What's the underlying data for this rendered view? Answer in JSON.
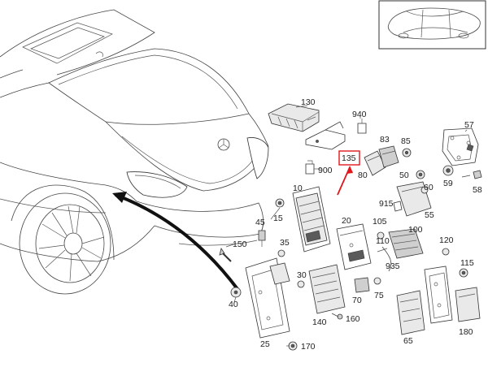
{
  "highlight_color": "#e0161b",
  "callouts": [
    {
      "id": "c130",
      "text": "130"
    },
    {
      "id": "c940",
      "text": "940"
    },
    {
      "id": "c57",
      "text": "57"
    },
    {
      "id": "c83",
      "text": "83"
    },
    {
      "id": "c85",
      "text": "85"
    },
    {
      "id": "c135",
      "text": "135"
    },
    {
      "id": "c900",
      "text": "900"
    },
    {
      "id": "c80",
      "text": "80"
    },
    {
      "id": "c50",
      "text": "50"
    },
    {
      "id": "c59",
      "text": "59"
    },
    {
      "id": "c58",
      "text": "58"
    },
    {
      "id": "c60",
      "text": "60"
    },
    {
      "id": "c10",
      "text": "10"
    },
    {
      "id": "c915",
      "text": "915"
    },
    {
      "id": "c55",
      "text": "55"
    },
    {
      "id": "c15",
      "text": "15"
    },
    {
      "id": "c45",
      "text": "45"
    },
    {
      "id": "c20",
      "text": "20"
    },
    {
      "id": "c105",
      "text": "105"
    },
    {
      "id": "c100",
      "text": "100"
    },
    {
      "id": "c150",
      "text": "150"
    },
    {
      "id": "c35",
      "text": "35"
    },
    {
      "id": "c110",
      "text": "110"
    },
    {
      "id": "c120",
      "text": "120"
    },
    {
      "id": "c935",
      "text": "935"
    },
    {
      "id": "c115",
      "text": "115"
    },
    {
      "id": "c30",
      "text": "30"
    },
    {
      "id": "c40",
      "text": "40"
    },
    {
      "id": "c70",
      "text": "70"
    },
    {
      "id": "c75",
      "text": "75"
    },
    {
      "id": "c160",
      "text": "160"
    },
    {
      "id": "c140",
      "text": "140"
    },
    {
      "id": "c65",
      "text": "65"
    },
    {
      "id": "c180",
      "text": "180"
    },
    {
      "id": "c25",
      "text": "25"
    },
    {
      "id": "c170",
      "text": "170"
    }
  ]
}
